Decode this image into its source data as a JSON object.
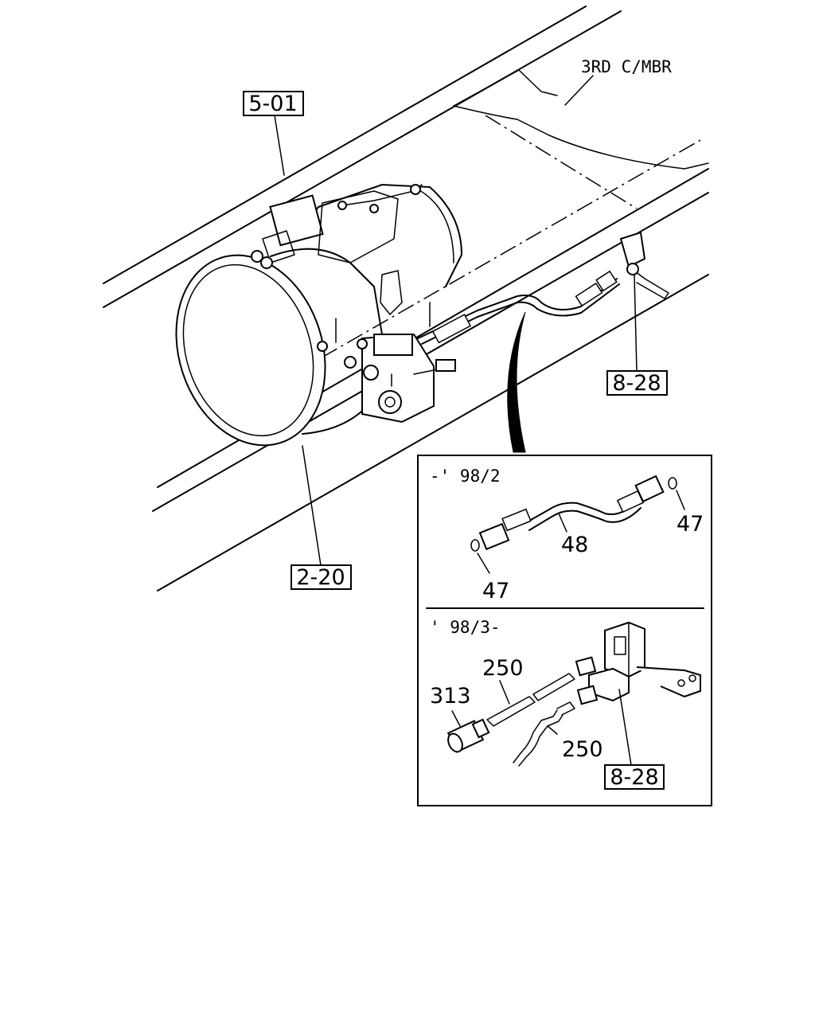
{
  "callouts": {
    "ref_5_01": "5-01",
    "ref_8_28_top": "8-28",
    "ref_2_20": "2-20",
    "ref_8_28_inset": "8-28",
    "crossmember_note": "3RD C/MBR"
  },
  "inset": {
    "top_section_label": "-' 98/2",
    "bottom_section_label": "' 98/3-",
    "parts": {
      "p47_right": "47",
      "p48": "48",
      "p47_left": "47",
      "p250_upper": "250",
      "p313": "313",
      "p250_lower": "250"
    }
  }
}
